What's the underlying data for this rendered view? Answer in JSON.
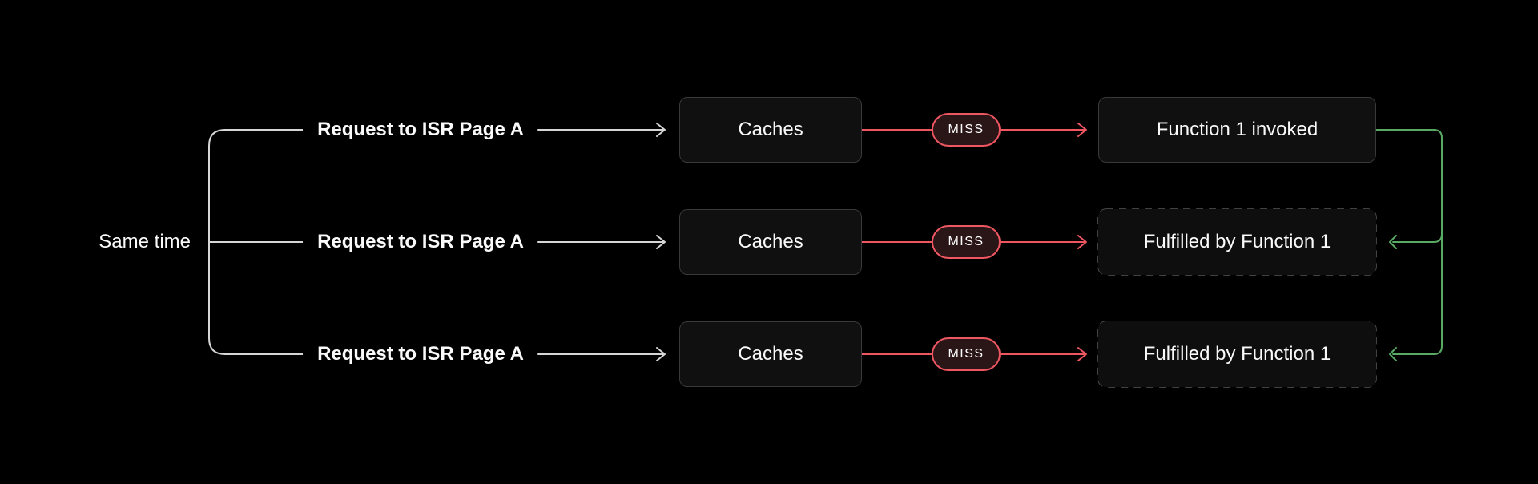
{
  "diagram": {
    "left_label": "Same time",
    "rows": [
      {
        "request": "Request to ISR Page A",
        "cache": "Caches",
        "badge": "MISS",
        "result": "Function 1 invoked",
        "result_border": "solid"
      },
      {
        "request": "Request to ISR Page A",
        "cache": "Caches",
        "badge": "MISS",
        "result": "Fulfilled by Function 1",
        "result_border": "dashed"
      },
      {
        "request": "Request to ISR Page A",
        "cache": "Caches",
        "badge": "MISS",
        "result": "Fulfilled by Function 1",
        "result_border": "dashed"
      }
    ],
    "colors": {
      "background": "#000000",
      "box_background": "#101010",
      "box_border": "#37393c",
      "dashed_border": "#54575b",
      "neutral_line": "#d6d6d6",
      "text": "#fafafa",
      "miss_red": "#ee5661",
      "miss_pill_background": "#2a1517",
      "fulfilled_green": "#58a963"
    }
  }
}
